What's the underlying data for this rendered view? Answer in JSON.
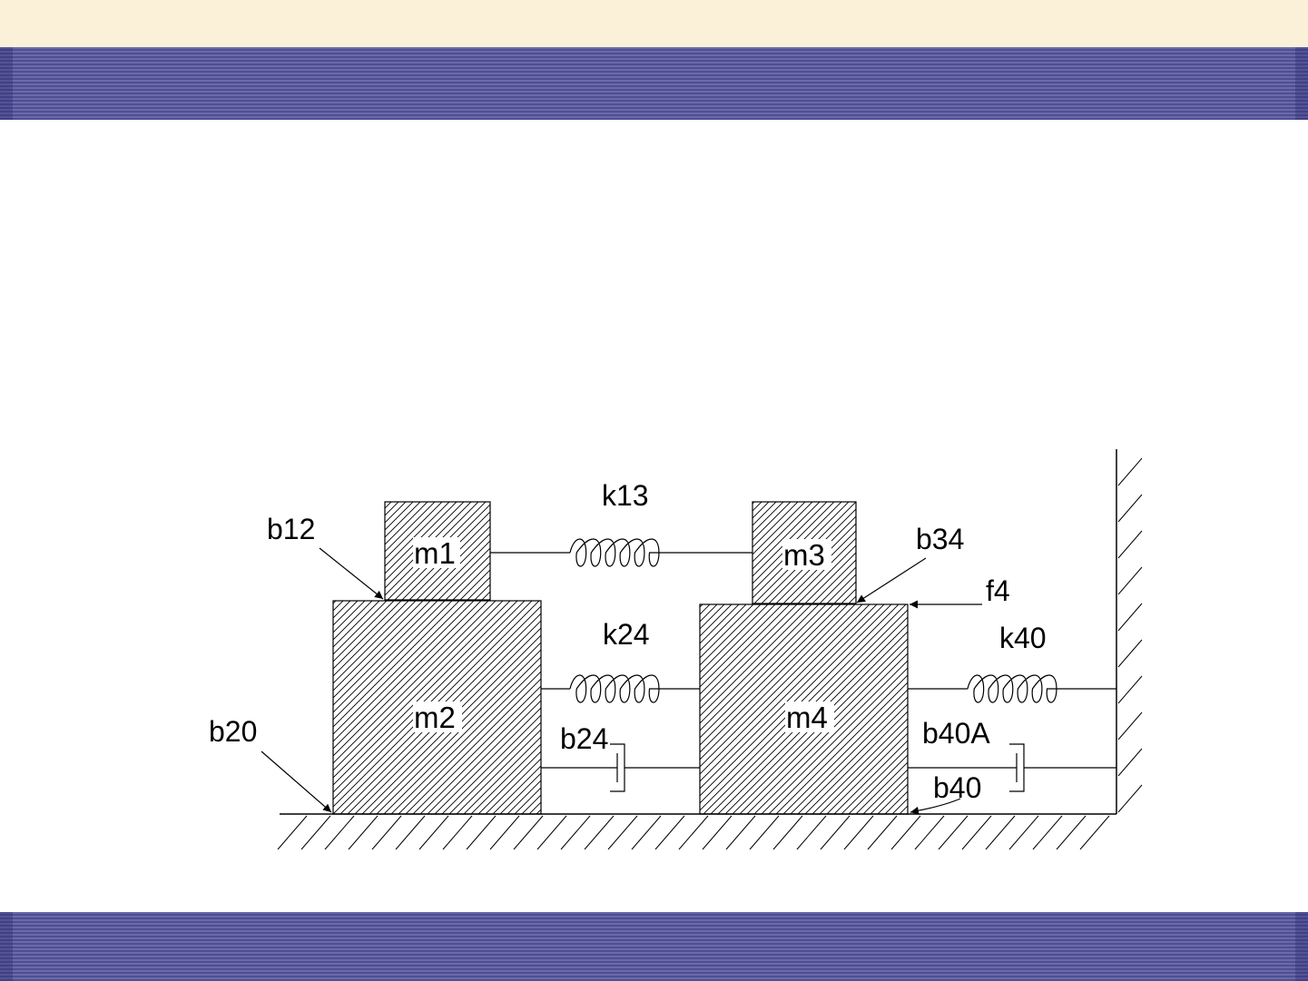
{
  "diagram": {
    "masses": {
      "m1": "m1",
      "m2": "m2",
      "m3": "m3",
      "m4": "m4"
    },
    "springs": {
      "k13": "k13",
      "k24": "k24",
      "k40": "k40"
    },
    "dampers": {
      "b12": "b12",
      "b20": "b20",
      "b24": "b24",
      "b34": "b34",
      "b40A": "b40A",
      "b40": "b40"
    },
    "forces": {
      "f4": "f4"
    }
  },
  "colors": {
    "band": "#5a5a9e",
    "top_strip": "#fbf0d8",
    "ink": "#000000"
  }
}
